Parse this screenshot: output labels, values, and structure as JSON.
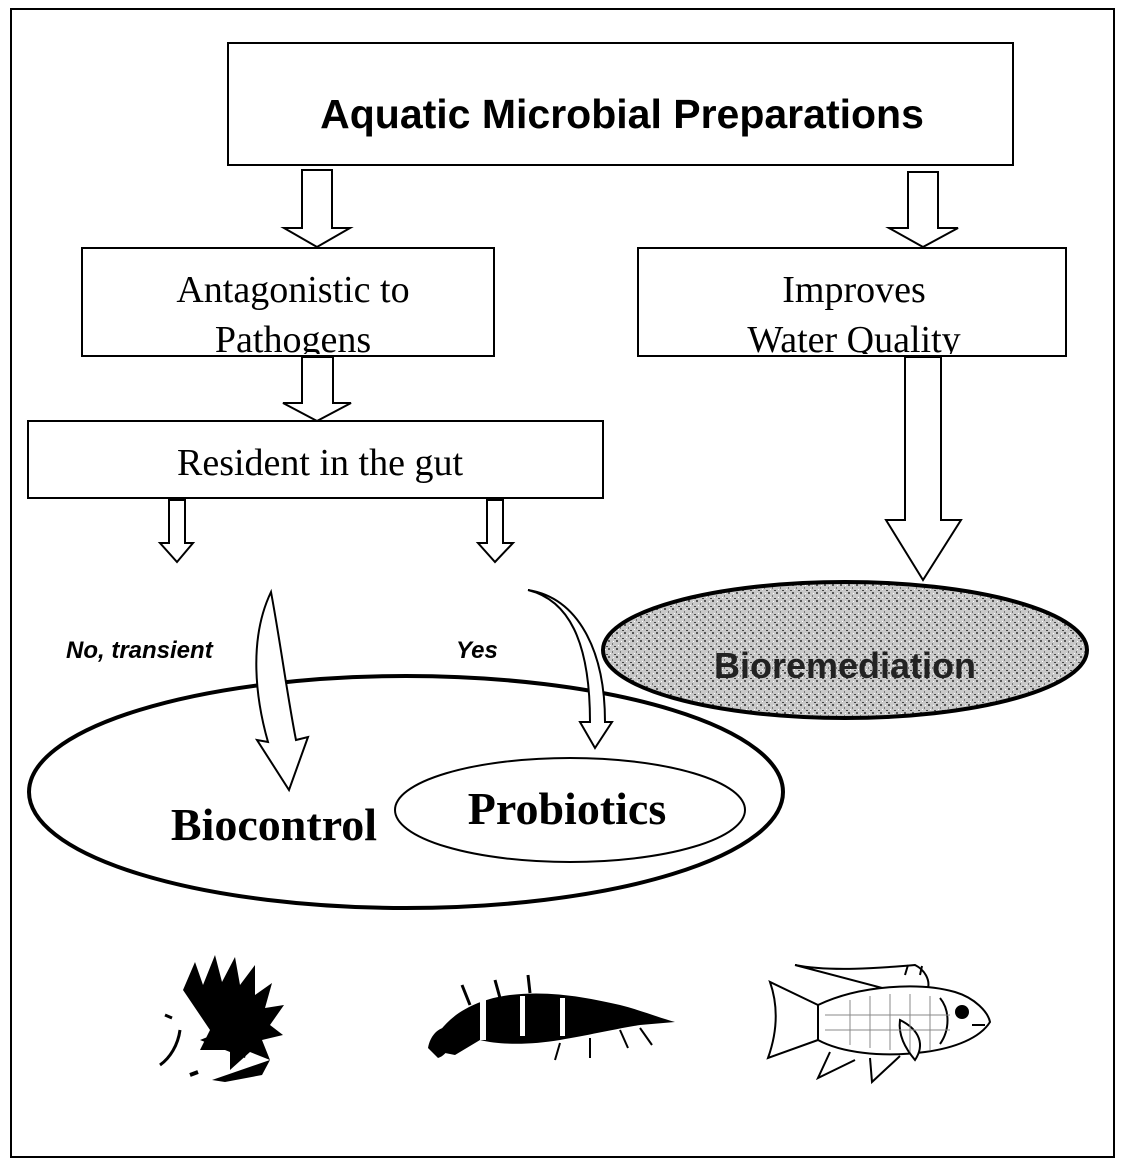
{
  "title": "Aquatic Microbial Preparations",
  "nodes": {
    "antagonistic_line1": "Antagonistic to",
    "antagonistic_line2": "Pathogens",
    "improves_line1": "Improves",
    "improves_line2": "Water Quality",
    "resident": "Resident in the gut",
    "bioremediation": "Bioremediation",
    "biocontrol": "Biocontrol",
    "probiotics": "Probiotics"
  },
  "branch_labels": {
    "no": "No, transient",
    "yes": "Yes"
  },
  "animals": [
    {
      "name": "sea-urchin",
      "icon": "urchin-icon"
    },
    {
      "name": "shrimp",
      "icon": "shrimp-icon"
    },
    {
      "name": "fish",
      "icon": "fish-icon"
    }
  ],
  "colors": {
    "stroke": "#000000",
    "background": "#ffffff",
    "bioremediation_fill": "#b5b5b5"
  }
}
